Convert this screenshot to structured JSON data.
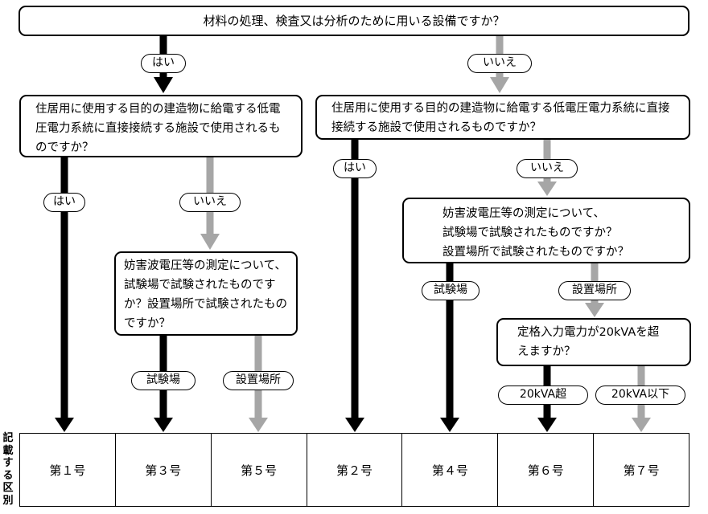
{
  "questions": {
    "q1": "材料の処理、検査又は分析のために用いる設備ですか？",
    "q2": "住居用に使用する目的の建造物に給電する低電圧電力系統に直接接続する施設で使用されるものですか？",
    "q3": "住居用に使用する目的の建造物に給電する低電圧電力系統に直接接続する施設で使用されるものですか？",
    "q4": "妨害波電圧等の測定について、試験場で試験されたものですか？設置場所で試験されたものですか？",
    "q5_line1": "妨害波電圧等の測定について、",
    "q5_line2": "試験場で試験されたものですか？",
    "q5_line3": "設置場所で試験されたものですか？",
    "q6": "定格入力電力が20kVAを超えますか？"
  },
  "labels": {
    "q1_yes": "はい",
    "q1_no": "いいえ",
    "q2_yes": "はい",
    "q2_no": "いいえ",
    "q3_yes": "はい",
    "q3_no": "いいえ",
    "q4_test_site": "試験場",
    "q4_install_site": "設置場所",
    "q5_test_site": "試験場",
    "q5_install_site": "設置場所",
    "q6_over": "20kVA超",
    "q6_under": "20kVA以下"
  },
  "table": {
    "header": "記載する区別",
    "cells": [
      "第１号",
      "第３号",
      "第５号",
      "第２号",
      "第４号",
      "第６号",
      "第７号"
    ]
  },
  "colors": {
    "dark_arrow": "#000000",
    "light_arrow": "#a6a6a6"
  }
}
